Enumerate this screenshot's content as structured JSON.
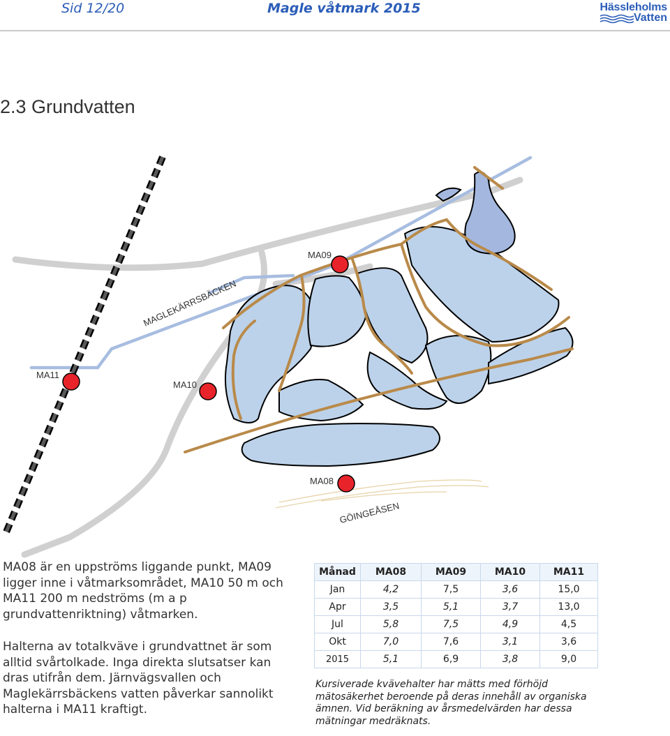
{
  "header": {
    "page": "Sid 12/20",
    "title": "Magle våtmark 2015",
    "logo_line1": "Hässleholms",
    "logo_line2": "Vatten"
  },
  "section_title": "2.3 Grundvatten",
  "map": {
    "labels": {
      "ma09": "MA09",
      "ma10": "MA10",
      "ma11": "MA11",
      "ma08": "MA08",
      "stream": "MAGLEKÄRRSBÄCKEN",
      "ridge": "GÖINGEÅSEN"
    },
    "colors": {
      "wetland_fill": "#bcd2ea",
      "pond_fill": "#a4b8df",
      "dike": "#b98a4a",
      "road": "#d0d0d0",
      "stream": "#a7bde0",
      "marker": "#e8232a"
    }
  },
  "body_text": {
    "para1": "MA08 är en uppströms liggande punkt, MA09 ligger inne i våtmarksområdet, MA10 50 m och MA11 200 m nedströms (m a p grundvattenriktning) våtmarken.",
    "para2": "Halterna av totalkväve i grundvattnet är som alltid svårtolkade. Inga direkta slutsatser kan dras utifrån dem. Järnvägsvallen och Maglekärrsbäckens vatten påverkar sannolikt halterna i MA11 kraftigt."
  },
  "table": {
    "headers": [
      "Månad",
      "MA08",
      "MA09",
      "MA10",
      "MA11"
    ],
    "rows": [
      {
        "month": "Jan",
        "ma08": "4,2",
        "ma09": "7,5",
        "ma10": "3,6",
        "ma11": "15,0"
      },
      {
        "month": "Apr",
        "ma08": "3,5",
        "ma09": "5,1",
        "ma10": "3,7",
        "ma11": "13,0"
      },
      {
        "month": "Jul",
        "ma08": "5,8",
        "ma09": "7,5",
        "ma10": "4,9",
        "ma11": "4,5"
      },
      {
        "month": "Okt",
        "ma08": "7,0",
        "ma09": "7,6",
        "ma10": "3,1",
        "ma11": "3,6"
      },
      {
        "month": "2015",
        "ma08": "5,1",
        "ma09": "6,9",
        "ma10": "3,8",
        "ma11": "9,0"
      }
    ]
  },
  "note": "Kursiverade kvävehalter har mätts med förhöjd mätosäkerhet beroende på deras innehåll av organiska ämnen. Vid beräkning av årsmedelvärden har dessa mätningar medräknats."
}
